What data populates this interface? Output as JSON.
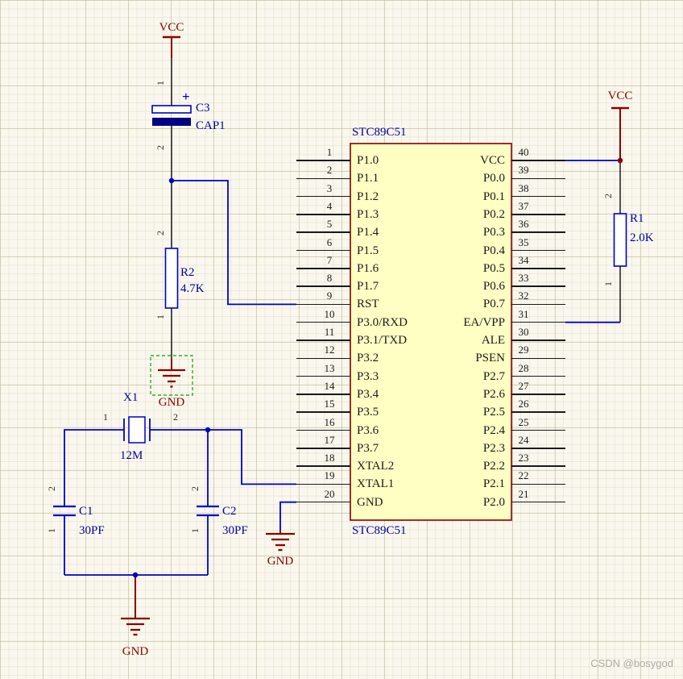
{
  "page": {
    "watermark": "CSDN @bosygod"
  },
  "colors": {
    "wire": "#0000C8",
    "component_label": "#0000A8",
    "power": "#8B0000",
    "ic_fill": "#FFFFC4",
    "ic_border": "#840000",
    "selection": "#00A300",
    "polar_plate": "#000085"
  },
  "chip": {
    "title_top": "STC89C51",
    "title_bottom": "STC89C51",
    "left_pins": [
      {
        "num": "1",
        "name": "P1.0"
      },
      {
        "num": "2",
        "name": "P1.1"
      },
      {
        "num": "3",
        "name": "P1.2"
      },
      {
        "num": "4",
        "name": "P1.3"
      },
      {
        "num": "5",
        "name": "P1.4"
      },
      {
        "num": "6",
        "name": "P1.5"
      },
      {
        "num": "7",
        "name": "P1.6"
      },
      {
        "num": "8",
        "name": "P1.7"
      },
      {
        "num": "9",
        "name": "RST"
      },
      {
        "num": "10",
        "name": "P3.0/RXD"
      },
      {
        "num": "11",
        "name": "P3.1/TXD"
      },
      {
        "num": "12",
        "name": "P3.2"
      },
      {
        "num": "13",
        "name": "P3.3"
      },
      {
        "num": "14",
        "name": "P3.4"
      },
      {
        "num": "15",
        "name": "P3.5"
      },
      {
        "num": "16",
        "name": "P3.6"
      },
      {
        "num": "17",
        "name": "P3.7"
      },
      {
        "num": "18",
        "name": "XTAL2"
      },
      {
        "num": "19",
        "name": "XTAL1"
      },
      {
        "num": "20",
        "name": "GND"
      }
    ],
    "right_pins": [
      {
        "num": "40",
        "name": "VCC"
      },
      {
        "num": "39",
        "name": "P0.0"
      },
      {
        "num": "38",
        "name": "P0.1"
      },
      {
        "num": "37",
        "name": "P0.2"
      },
      {
        "num": "36",
        "name": "P0.3"
      },
      {
        "num": "35",
        "name": "P0.4"
      },
      {
        "num": "34",
        "name": "P0.5"
      },
      {
        "num": "33",
        "name": "P0.6"
      },
      {
        "num": "32",
        "name": "P0.7"
      },
      {
        "num": "31",
        "name": "EA/VPP"
      },
      {
        "num": "30",
        "name": "ALE"
      },
      {
        "num": "29",
        "name": "PSEN"
      },
      {
        "num": "28",
        "name": "P2.7"
      },
      {
        "num": "27",
        "name": "P2.6"
      },
      {
        "num": "26",
        "name": "P2.5"
      },
      {
        "num": "25",
        "name": "P2.4"
      },
      {
        "num": "24",
        "name": "P2.3"
      },
      {
        "num": "23",
        "name": "P2.2"
      },
      {
        "num": "22",
        "name": "P2.1"
      },
      {
        "num": "21",
        "name": "P2.0"
      }
    ]
  },
  "components": {
    "c3": {
      "ref": "C3",
      "value": "CAP1",
      "plus": "+",
      "pin_top": "1",
      "pin_bottom": "2"
    },
    "r2": {
      "ref": "R2",
      "value": "4.7K",
      "pin_top": "2",
      "pin_bottom": "1"
    },
    "r1": {
      "ref": "R1",
      "value": "2.0K",
      "pin_top": "2",
      "pin_bottom": "1"
    },
    "x1": {
      "ref": "X1",
      "value": "12M",
      "pin_left": "1",
      "pin_right": "2"
    },
    "c1": {
      "ref": "C1",
      "value": "30PF",
      "pin_top": "2",
      "pin_bottom": "1"
    },
    "c2": {
      "ref": "C2",
      "value": "30PF",
      "pin_top": "2",
      "pin_bottom": "1"
    }
  },
  "power": {
    "vcc_left": "VCC",
    "vcc_right": "VCC",
    "gnd_reset": "GND",
    "gnd_chip": "GND",
    "gnd_crystal": "GND"
  }
}
